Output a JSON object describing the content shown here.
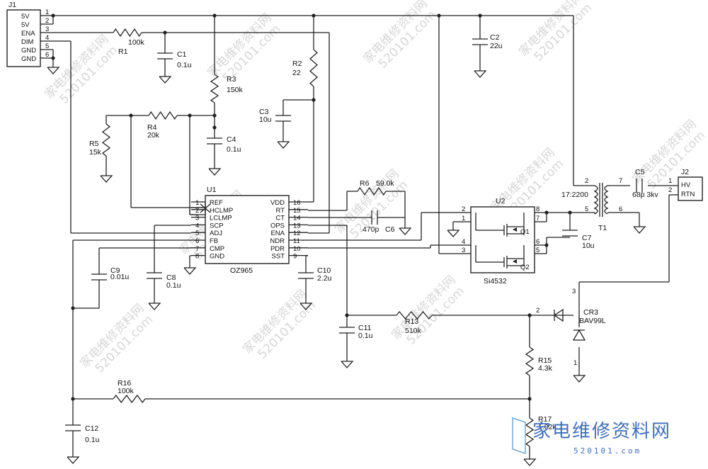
{
  "connectors": {
    "j1": {
      "ref": "J1",
      "pins": [
        "5V",
        "5V",
        "ENA",
        "DIM",
        "GND",
        "GND"
      ],
      "pin_numbers": [
        "1",
        "2",
        "3",
        "4",
        "5",
        "6"
      ]
    },
    "j2": {
      "ref": "J2",
      "pins": [
        "HV",
        "RTN"
      ],
      "pin_numbers": [
        "1",
        "2"
      ]
    }
  },
  "ic": {
    "ref": "U1",
    "part": "OZ965",
    "left_pins": [
      {
        "num": "1",
        "name": "REF"
      },
      {
        "num": "2",
        "name": "HCLMP"
      },
      {
        "num": "3",
        "name": "LCLMP"
      },
      {
        "num": "4",
        "name": "SCP"
      },
      {
        "num": "5",
        "name": "ADJ"
      },
      {
        "num": "6",
        "name": "FB"
      },
      {
        "num": "7",
        "name": "CMP"
      },
      {
        "num": "8",
        "name": "GND"
      }
    ],
    "right_pins": [
      {
        "num": "16",
        "name": "VDD"
      },
      {
        "num": "15",
        "name": "RT"
      },
      {
        "num": "14",
        "name": "CT"
      },
      {
        "num": "13",
        "name": "OPS"
      },
      {
        "num": "12",
        "name": "ENA"
      },
      {
        "num": "11",
        "name": "NDR"
      },
      {
        "num": "10",
        "name": "PDR"
      },
      {
        "num": "9",
        "name": "SST"
      }
    ]
  },
  "mosfet": {
    "ref": "U2",
    "part": "Si4532",
    "q1": "Q1",
    "q2": "Q2",
    "pins_left": [
      "2",
      "1",
      "4",
      "3"
    ],
    "pins_right": [
      "8",
      "7",
      "6",
      "5"
    ]
  },
  "transformer": {
    "ref": "T1",
    "ratio": "17:2200",
    "pins": [
      "2",
      "5",
      "7",
      "6"
    ]
  },
  "diode": {
    "ref": "CR3",
    "part": "BAV99L",
    "pins": [
      "1",
      "2",
      "3"
    ]
  },
  "resistors": [
    {
      "key": "r1",
      "ref": "R1",
      "value": "100k"
    },
    {
      "key": "r2",
      "ref": "R2",
      "value": "22"
    },
    {
      "key": "r3",
      "ref": "R3",
      "value": "150k"
    },
    {
      "key": "r4",
      "ref": "R4",
      "value": "20k"
    },
    {
      "key": "r5",
      "ref": "R5",
      "value": "15k"
    },
    {
      "key": "r6",
      "ref": "R6",
      "value": "59.0k"
    },
    {
      "key": "r13",
      "ref": "R13",
      "value": "510k"
    },
    {
      "key": "r15",
      "ref": "R15",
      "value": "4.3k"
    },
    {
      "key": "r16",
      "ref": "R16",
      "value": "100k"
    },
    {
      "key": "r17",
      "ref": "R17",
      "value": "1.02k"
    }
  ],
  "capacitors": [
    {
      "key": "c1",
      "ref": "C1",
      "value": "0.1u"
    },
    {
      "key": "c2",
      "ref": "C2",
      "value": "22u"
    },
    {
      "key": "c3",
      "ref": "C3",
      "value": "10u"
    },
    {
      "key": "c4",
      "ref": "C4",
      "value": "0.1u"
    },
    {
      "key": "c5",
      "ref": "C5",
      "value": "68p 3kv"
    },
    {
      "key": "c6",
      "ref": "C6",
      "value": "470p"
    },
    {
      "key": "c7",
      "ref": "C7",
      "value": "10u"
    },
    {
      "key": "c8",
      "ref": "C8",
      "value": "0.1u"
    },
    {
      "key": "c9",
      "ref": "C9",
      "value": "0.01u"
    },
    {
      "key": "c10",
      "ref": "C10",
      "value": "2.2u"
    },
    {
      "key": "c11",
      "ref": "C11",
      "value": "0.1u"
    },
    {
      "key": "c12",
      "ref": "C12",
      "value": "0.1u"
    }
  ],
  "watermark": {
    "text": "家电维修资料网",
    "url": "520101.com"
  },
  "brand": {
    "text": "家电维修资料网",
    "url": "520101.com"
  }
}
